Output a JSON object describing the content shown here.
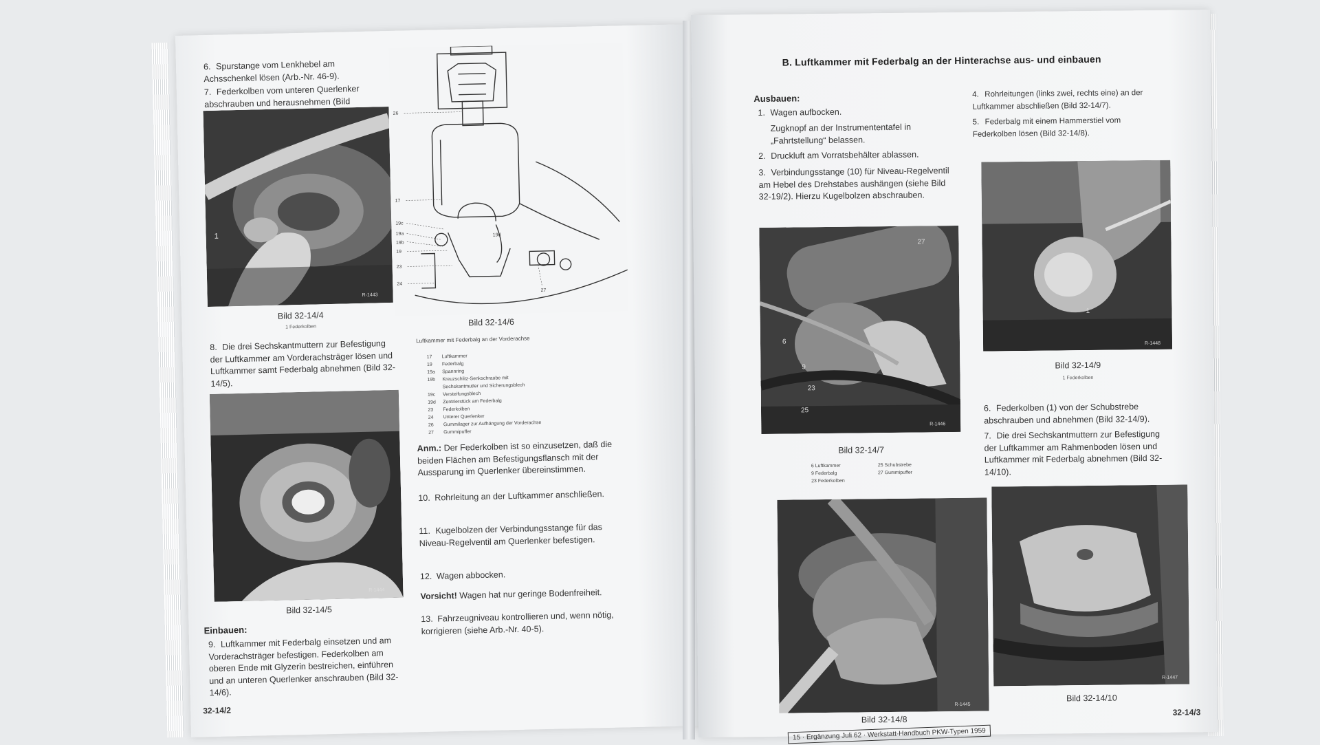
{
  "left": {
    "step6": {
      "num": "6.",
      "text": "Spurstange vom Lenkhebel am Achsschenkel lösen (Arb.-Nr. 46-9)."
    },
    "step7": {
      "num": "7.",
      "text": "Federkolben vom unteren Querlenker abschrauben und herausnehmen (Bild 32-14/4)."
    },
    "fig4": {
      "label": "Bild 32-14/4",
      "sub": "1 Federkolben",
      "code": "R-1443",
      "callout": "1"
    },
    "step8": {
      "num": "8.",
      "text": "Die drei Sechskantmuttern zur Befestigung der Luftkammer am Vorderachsträger lösen und Luftkammer samt Federbalg abnehmen (Bild 32-14/5)."
    },
    "fig5": {
      "label": "Bild 32-14/5",
      "code": "R-1444"
    },
    "einbauen": "Einbauen:",
    "step9": {
      "num": "9.",
      "text": "Luftkammer mit Federbalg einsetzen und am Vorderachsträger befestigen. Federkolben am oberen Ende mit Glyzerin bestreichen, einführen und an unteren Querlenker anschrauben (Bild 32-14/6)."
    },
    "fig6": {
      "label": "Bild 32-14/6",
      "title": "Luftkammer mit Federbalg an der Vorderachse",
      "legend": [
        {
          "n": "17",
          "t": "Luftkammer"
        },
        {
          "n": "19",
          "t": "Federbalg"
        },
        {
          "n": "19a",
          "t": "Spannring"
        },
        {
          "n": "19b",
          "t": "Kreuzschlitz-Senkschraube mit"
        },
        {
          "n": "",
          "t": "Sechskantmutter und Sicherungsblech"
        },
        {
          "n": "19c",
          "t": "Versteifungsblech"
        },
        {
          "n": "19d",
          "t": "Zentrierstück am Federbalg"
        },
        {
          "n": "23",
          "t": "Federkolben"
        },
        {
          "n": "24",
          "t": "Unterer Querlenker"
        },
        {
          "n": "26",
          "t": "Gummilager zur Aufhängung der Vorderachse"
        },
        {
          "n": "27",
          "t": "Gummipuffer"
        }
      ],
      "callouts": [
        "26",
        "17",
        "19c",
        "19a",
        "19b",
        "19",
        "23",
        "24",
        "19d",
        "27"
      ]
    },
    "anm": {
      "label": "Anm.:",
      "text": "Der Federkolben ist so einzusetzen, daß die beiden Flächen am Befestigungsflansch mit der Aussparung im Querlenker übereinstimmen."
    },
    "step10": {
      "num": "10.",
      "text": "Rohrleitung an der Luftkammer anschließen."
    },
    "step11": {
      "num": "11.",
      "text": "Kugelbolzen der Verbindungsstange für das Niveau-Regelventil am Querlenker befestigen."
    },
    "step12": {
      "num": "12.",
      "text": "Wagen abbocken."
    },
    "vorsicht": {
      "label": "Vorsicht!",
      "text": "Wagen hat nur geringe Bodenfreiheit."
    },
    "step13": {
      "num": "13.",
      "text": "Fahrzeugniveau kontrollieren und, wenn nötig, korrigieren (siehe Arb.-Nr. 40-5)."
    },
    "page_number": "32-14/2"
  },
  "right": {
    "title": "B. Luftkammer mit Federbalg an der Hinterachse aus- und einbauen",
    "ausbauen": "Ausbauen:",
    "step1": {
      "num": "1.",
      "text": "Wagen aufbocken."
    },
    "step1b": "Zugknopf an der Instrumententafel in „Fahrtstellung“ belassen.",
    "step2": {
      "num": "2.",
      "text": "Druckluft am Vorratsbehälter ablassen."
    },
    "step3": {
      "num": "3.",
      "text": "Verbindungsstange (10) für Niveau-Regelventil am Hebel des Drehstabes aushängen (siehe Bild 32-19/2). Hierzu Kugelbolzen abschrauben."
    },
    "step4": {
      "num": "4.",
      "text": "Rohrleitungen (links zwei, rechts eine) an der Luftkammer abschließen (Bild 32-14/7)."
    },
    "step5": {
      "num": "5.",
      "text": "Federbalg mit einem Hammerstiel vom Federkolben lösen (Bild 32-14/8)."
    },
    "fig7": {
      "label": "Bild 32-14/7",
      "code": "R-1446",
      "callouts": [
        "27",
        "6",
        "9",
        "23",
        "25"
      ],
      "legend_left": [
        "6 Luftkammer",
        "9 Federbalg",
        "23 Federkolben"
      ],
      "legend_right": [
        "25 Schubstrebe",
        "27 Gummipuffer"
      ]
    },
    "fig9": {
      "label": "Bild 32-14/9",
      "sub": "1 Federkolben",
      "code": "R-1448",
      "callout": "1"
    },
    "step6": {
      "num": "6.",
      "text": "Federkolben (1) von der Schubstrebe abschrauben und abnehmen (Bild 32-14/9)."
    },
    "step7": {
      "num": "7.",
      "text": "Die drei Sechskantmuttern zur Befestigung der Luftkammer am Rahmenboden lösen und Luftkammer mit Federbalg abnehmen (Bild 32-14/10)."
    },
    "fig8": {
      "label": "Bild 32-14/8",
      "code": "R-1445"
    },
    "fig10": {
      "label": "Bild 32-14/10",
      "code": "R-1447"
    },
    "page_number": "32-14/3",
    "footer": "15 · Ergänzung Juli 62 · Werkstatt-Handbuch PKW-Typen 1959"
  }
}
